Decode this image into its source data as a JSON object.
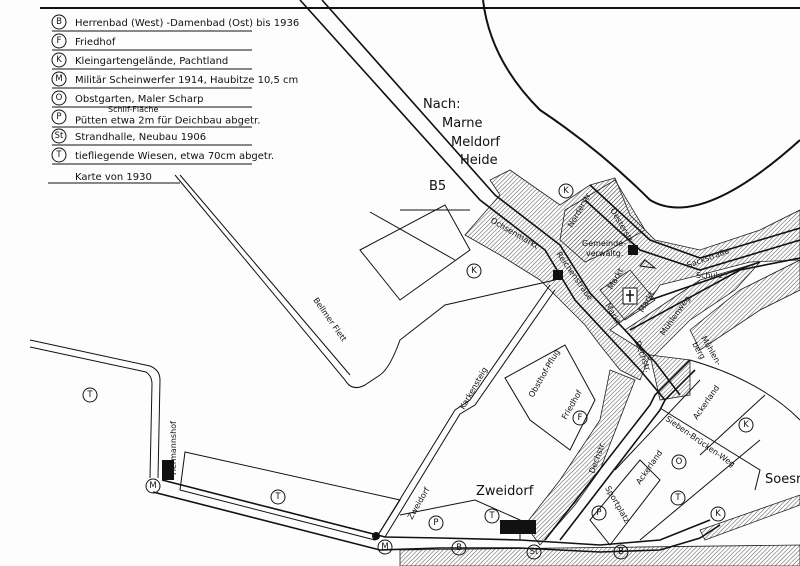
{
  "legend": {
    "items": [
      {
        "symbol": "B",
        "text": "Herrenbad (West) -Damenbad (Ost) bis 1936"
      },
      {
        "symbol": "F",
        "text": "Friedhof"
      },
      {
        "symbol": "K",
        "text": "Kleingartengelände, Pachtland"
      },
      {
        "symbol": "M",
        "text": "Militär Scheinwerfer 1914, Haubitze 10,5 cm"
      },
      {
        "symbol": "O",
        "text": "Obstgarten, Maler Scharp"
      },
      {
        "symbol": "P",
        "text": "Pütten  etwa 2m für Deichbau abgetr.",
        "note": "Schilf-Fläche"
      },
      {
        "symbol": "St",
        "text": "Strandhalle, Neubau 1906"
      },
      {
        "symbol": "T",
        "text": "tiefliegende Wiesen, etwa 70cm abgetr."
      }
    ],
    "caption": "Karte von 1930"
  },
  "labels": {
    "nach": "Nach:",
    "marne": "Marne",
    "meldorf": "Meldorf",
    "heide": "Heide",
    "b5": "B5",
    "ochsenmarkt": "Ochsenmarkt",
    "norderstr": "Norderstr.",
    "oesterstr": "Oesterstr.",
    "gemeinde1": "Gemeinde-",
    "gemeinde2": "verwaltg.",
    "reichenstrasse": "Reichenstraße",
    "markt": "Markt",
    "sackstrasse": "Sackstraße",
    "schule": "Schule",
    "muehlenweg": "Mühlenweg",
    "muehlenberg1": "Mühlen-",
    "muehlenberg2": "berg",
    "dechstr": "Dechstr.",
    "obsthof": "Obsthof-Pflug",
    "friedhof": "Friedhof",
    "ackerland": "Ackerland",
    "siebenbruecken": "Sieben-Brücken-Weg",
    "sportplatz": "Sportplatz",
    "soesmen": "Soesr",
    "zweidorf": "Zweidorf",
    "karkensteig": "Karkensteig",
    "bellmer": "Bellmer Flett",
    "hermannshof": "Hermannshof"
  },
  "markers": [
    "T",
    "T",
    "M",
    "M",
    "K",
    "K",
    "K",
    "K",
    "F",
    "O",
    "T",
    "P",
    "P",
    "T",
    "B",
    "St",
    "B"
  ],
  "colors": {
    "ink": "#111111",
    "paper": "#fdfdfd",
    "hatch": "#555555"
  }
}
